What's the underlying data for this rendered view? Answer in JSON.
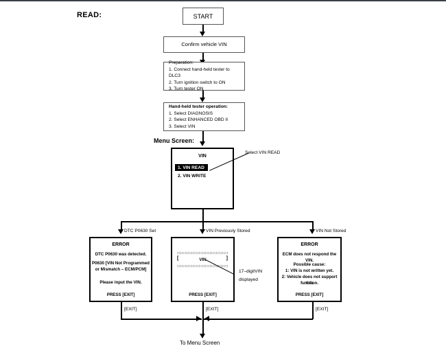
{
  "page": {
    "heading": "READ:",
    "menu_screen_label": "Menu Screen:",
    "footer": "To Menu Screen"
  },
  "flow": {
    "start": "START",
    "confirm": "Confirm vehicle VIN",
    "preparation": {
      "title": "Preparation:",
      "steps": [
        "1. Connect hand-held tester to DLC3",
        "2. Turn ignition switch to ON",
        "3. Turn tester ON"
      ]
    },
    "tester_operation": {
      "title": "Hand-held tester operation:",
      "steps": [
        "1. Select DIAGNOSIS",
        "2. Select ENHANCED OBD II",
        "3. Select VIN"
      ]
    }
  },
  "menu_screen": {
    "title": "VIN",
    "items": [
      {
        "label": "1. VIN READ",
        "selected": true
      },
      {
        "label": "2. VIN WRITE",
        "selected": false
      }
    ],
    "annotation": "Select VIN READ"
  },
  "branches": [
    {
      "label": "DTC P0630 Set"
    },
    {
      "label": "VIN Previously Stored"
    },
    {
      "label": "VIN Not Stored"
    }
  ],
  "screens": {
    "dtc_error": {
      "title": "ERROR",
      "lines": [
        "DTC P0630 was detected.",
        "P0630  [VIN Not Programmed",
        "or Mismatch – ECM/PCM]",
        "Please input the VIN."
      ],
      "footer": "PRESS [EXIT]"
    },
    "vin_stored": {
      "dash_top": "::::::::::::::::::::::::::::::::::::::::::",
      "bracket_left": "[",
      "vin_text": "VIN",
      "bracket_right": "]",
      "dash_bottom": "::::::::::::::::::::::::::::::::::::::::::",
      "footer": "PRESS [EXIT]",
      "annotation_line1": "17–digitVIN",
      "annotation_line2": "displayed"
    },
    "vin_not_stored": {
      "title": "ERROR",
      "lines": [
        "ECM does not respond the VIN.",
        "Possible cause:",
        "1: VIN is not written yet.",
        "2: Vehicle does not support this",
        "function."
      ],
      "footer": "PRESS [EXIT]"
    }
  },
  "exit_labels": [
    "[EXIT]",
    "[EXIT]",
    "[EXIT]"
  ],
  "colors": {
    "line": "#000000",
    "box_border": "#555555",
    "selected_bg": "#000000",
    "selected_fg": "#ffffff",
    "top_rule": "#3b3f46"
  }
}
